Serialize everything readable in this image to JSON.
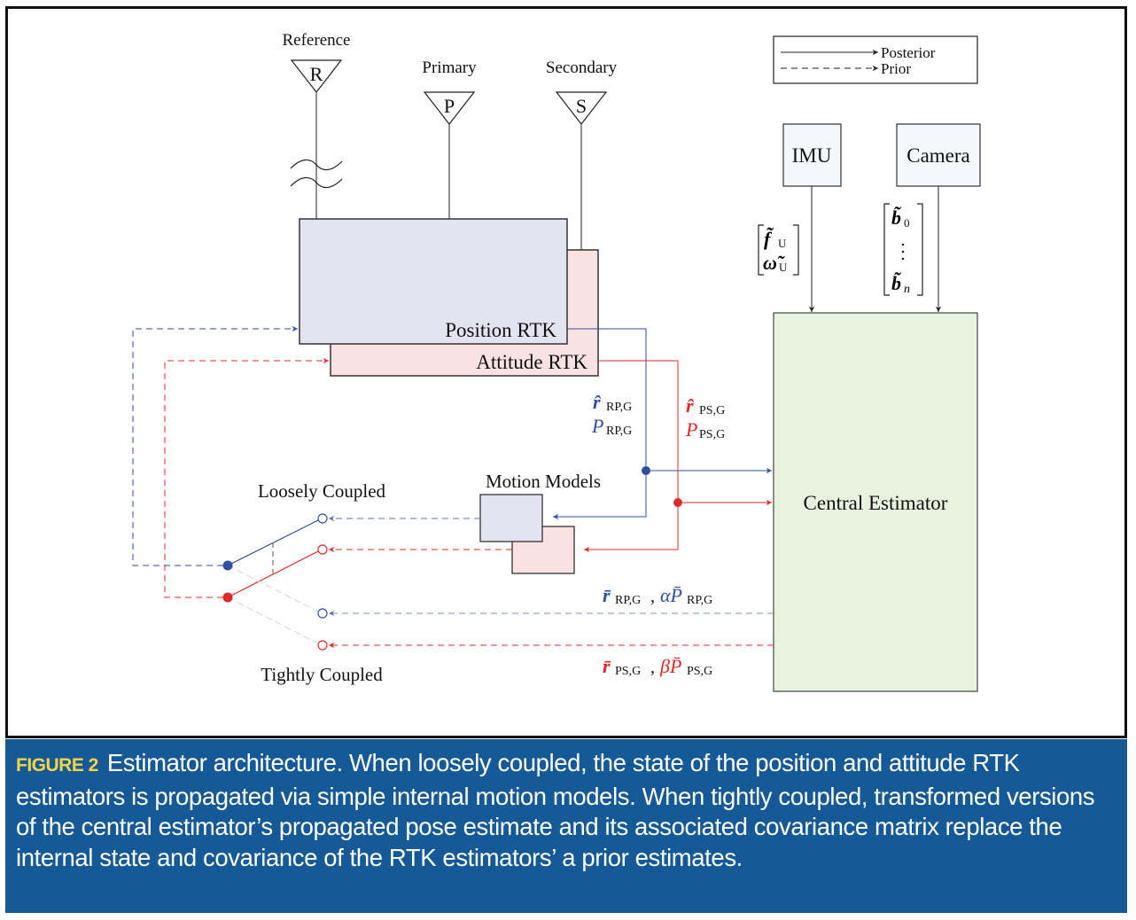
{
  "figure": {
    "label": "FIGURE 2",
    "caption": "Estimator architecture. When loosely coupled, the state of the position and attitude RTK estimators is propagated via simple internal motion models. When tightly coupled, transformed versions of the central estimator’s propagated pose estimate and its associated covariance matrix replace the internal state and covariance of the RTK estimators’ a prior estimates."
  },
  "legend": {
    "posterior": "Posterior",
    "prior": "Prior"
  },
  "antennas": {
    "reference": {
      "title": "Reference",
      "symbol": "R"
    },
    "primary": {
      "title": "Primary",
      "symbol": "P"
    },
    "secondary": {
      "title": "Secondary",
      "symbol": "S"
    }
  },
  "blocks": {
    "position_rtk": "Position RTK",
    "attitude_rtk": "Attitude RTK",
    "imu": "IMU",
    "camera": "Camera",
    "central_estimator": "Central Estimator",
    "motion_models": "Motion Models"
  },
  "switch": {
    "loosely": "Loosely Coupled",
    "tightly": "Tightly Coupled"
  },
  "signals": {
    "imu_vector": [
      "f̃",
      "ω̃"
    ],
    "imu_sub": "U",
    "camera_vector_top": "b̃",
    "camera_vector_top_sub": "0",
    "camera_vector_bottom": "b̃",
    "camera_vector_bottom_sub": "n",
    "rp_state": "r̂",
    "rp_cov": "P",
    "rp_sub": "RP,G",
    "ps_state": "r̂",
    "ps_cov": "P",
    "ps_sub": "PS,G",
    "rp_prior": "r̄",
    "rp_prior_sub": "RP,G",
    "rp_prior_cov": "αP̄",
    "ps_prior": "r̄",
    "ps_prior_sub": "PS,G",
    "ps_prior_cov": "βP̄"
  },
  "colors": {
    "position": "#2f4fa0",
    "attitude": "#e02a2a",
    "position_fill": "#e4e3f0",
    "attitude_fill": "#fae2e2",
    "central_fill": "#e7f3df",
    "sensor_fill": "#f4f7fc",
    "caption_bg": "#155a96",
    "caption_label": "#f6d44a"
  }
}
